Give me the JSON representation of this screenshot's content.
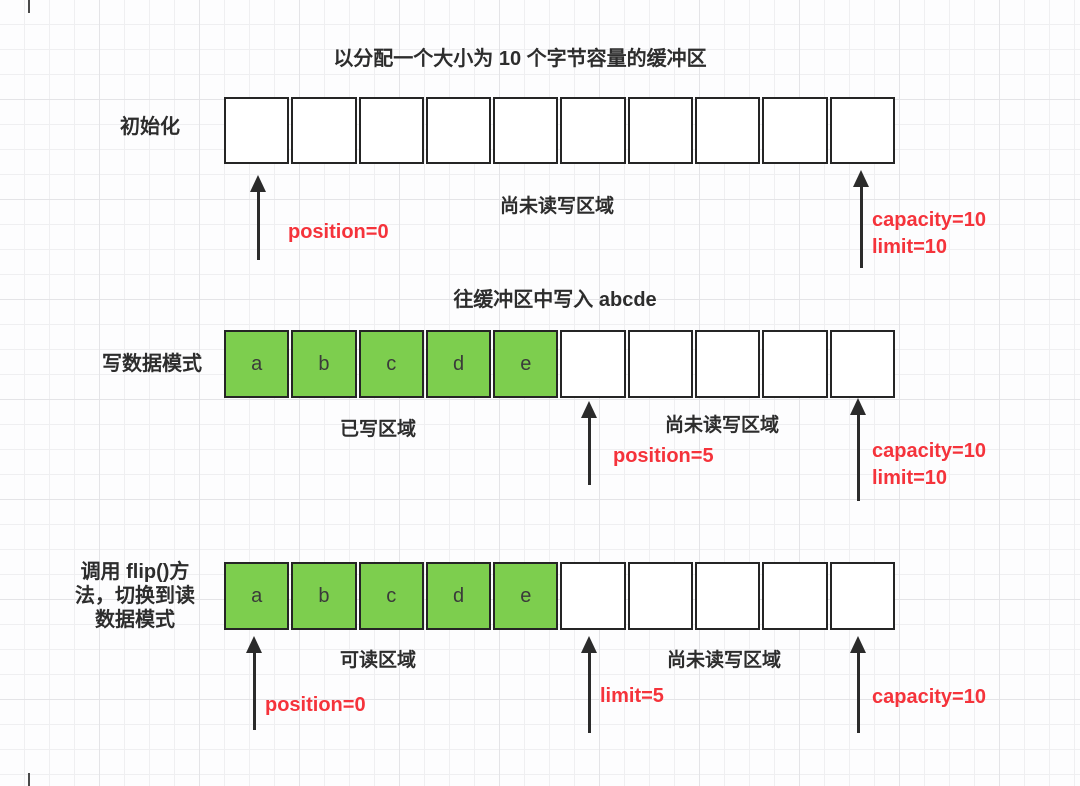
{
  "colors": {
    "green_fill": "#7dce4e",
    "red_annotation": "#f5333b",
    "ink": "#2d2d2d",
    "cell_border": "#252525"
  },
  "titles": {
    "allocate": "以分配一个大小为 10 个字节容量的缓冲区",
    "write": "往缓冲区中写入 abcde"
  },
  "sections": [
    {
      "id": "init",
      "label": "初始化",
      "cells": [
        {
          "t": "",
          "g": false
        },
        {
          "t": "",
          "g": false
        },
        {
          "t": "",
          "g": false
        },
        {
          "t": "",
          "g": false
        },
        {
          "t": "",
          "g": false
        },
        {
          "t": "",
          "g": false
        },
        {
          "t": "",
          "g": false
        },
        {
          "t": "",
          "g": false
        },
        {
          "t": "",
          "g": false
        },
        {
          "t": "",
          "g": false
        }
      ],
      "labels": {
        "unread": "尚未读写区域",
        "position": "position=0",
        "capacity": "capacity=10",
        "limit": "limit=10"
      }
    },
    {
      "id": "write-mode",
      "label": "写数据模式",
      "cells": [
        {
          "t": "a",
          "g": true
        },
        {
          "t": "b",
          "g": true
        },
        {
          "t": "c",
          "g": true
        },
        {
          "t": "d",
          "g": true
        },
        {
          "t": "e",
          "g": true
        },
        {
          "t": "",
          "g": false
        },
        {
          "t": "",
          "g": false
        },
        {
          "t": "",
          "g": false
        },
        {
          "t": "",
          "g": false
        },
        {
          "t": "",
          "g": false
        }
      ],
      "labels": {
        "written": "已写区域",
        "position": "position=5",
        "unread": "尚未读写区域",
        "capacity": "capacity=10",
        "limit": "limit=10"
      }
    },
    {
      "id": "flip-read-mode",
      "label": "调用 flip()方法，切换到读数据模式",
      "cells": [
        {
          "t": "a",
          "g": true
        },
        {
          "t": "b",
          "g": true
        },
        {
          "t": "c",
          "g": true
        },
        {
          "t": "d",
          "g": true
        },
        {
          "t": "e",
          "g": true
        },
        {
          "t": "",
          "g": false
        },
        {
          "t": "",
          "g": false
        },
        {
          "t": "",
          "g": false
        },
        {
          "t": "",
          "g": false
        },
        {
          "t": "",
          "g": false
        }
      ],
      "labels": {
        "readable": "可读区域",
        "position": "position=0",
        "limit": "limit=5",
        "unread": "尚未读写区域",
        "capacity": "capacity=10"
      }
    }
  ]
}
